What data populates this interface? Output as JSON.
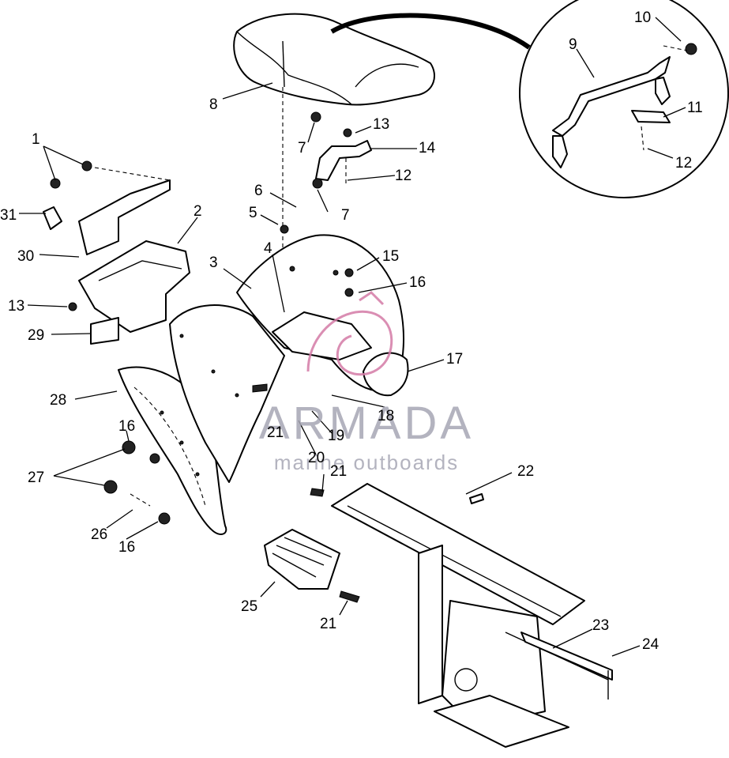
{
  "watermark": {
    "brand": "ARMADA",
    "tagline": "marine outboards"
  },
  "callouts": [
    {
      "id": "c1",
      "text": "1"
    },
    {
      "id": "c2",
      "text": "2"
    },
    {
      "id": "c3",
      "text": "3"
    },
    {
      "id": "c4",
      "text": "4"
    },
    {
      "id": "c5",
      "text": "5"
    },
    {
      "id": "c6",
      "text": "6"
    },
    {
      "id": "c7a",
      "text": "7"
    },
    {
      "id": "c7b",
      "text": "7"
    },
    {
      "id": "c8",
      "text": "8"
    },
    {
      "id": "c9",
      "text": "9"
    },
    {
      "id": "c10",
      "text": "10"
    },
    {
      "id": "c11",
      "text": "11"
    },
    {
      "id": "c12a",
      "text": "12"
    },
    {
      "id": "c12b",
      "text": "12"
    },
    {
      "id": "c13a",
      "text": "13"
    },
    {
      "id": "c13b",
      "text": "13"
    },
    {
      "id": "c14",
      "text": "14"
    },
    {
      "id": "c15",
      "text": "15"
    },
    {
      "id": "c16a",
      "text": "16"
    },
    {
      "id": "c16b",
      "text": "16"
    },
    {
      "id": "c16c",
      "text": "16"
    },
    {
      "id": "c17",
      "text": "17"
    },
    {
      "id": "c18",
      "text": "18"
    },
    {
      "id": "c19",
      "text": "19"
    },
    {
      "id": "c20",
      "text": "20"
    },
    {
      "id": "c21a",
      "text": "21"
    },
    {
      "id": "c21b",
      "text": "21"
    },
    {
      "id": "c21c",
      "text": "21"
    },
    {
      "id": "c22",
      "text": "22"
    },
    {
      "id": "c23",
      "text": "23"
    },
    {
      "id": "c24",
      "text": "24"
    },
    {
      "id": "c25",
      "text": "25"
    },
    {
      "id": "c26",
      "text": "26"
    },
    {
      "id": "c27",
      "text": "27"
    },
    {
      "id": "c28",
      "text": "28"
    },
    {
      "id": "c29",
      "text": "29"
    },
    {
      "id": "c30",
      "text": "30"
    },
    {
      "id": "c31",
      "text": "31"
    }
  ]
}
